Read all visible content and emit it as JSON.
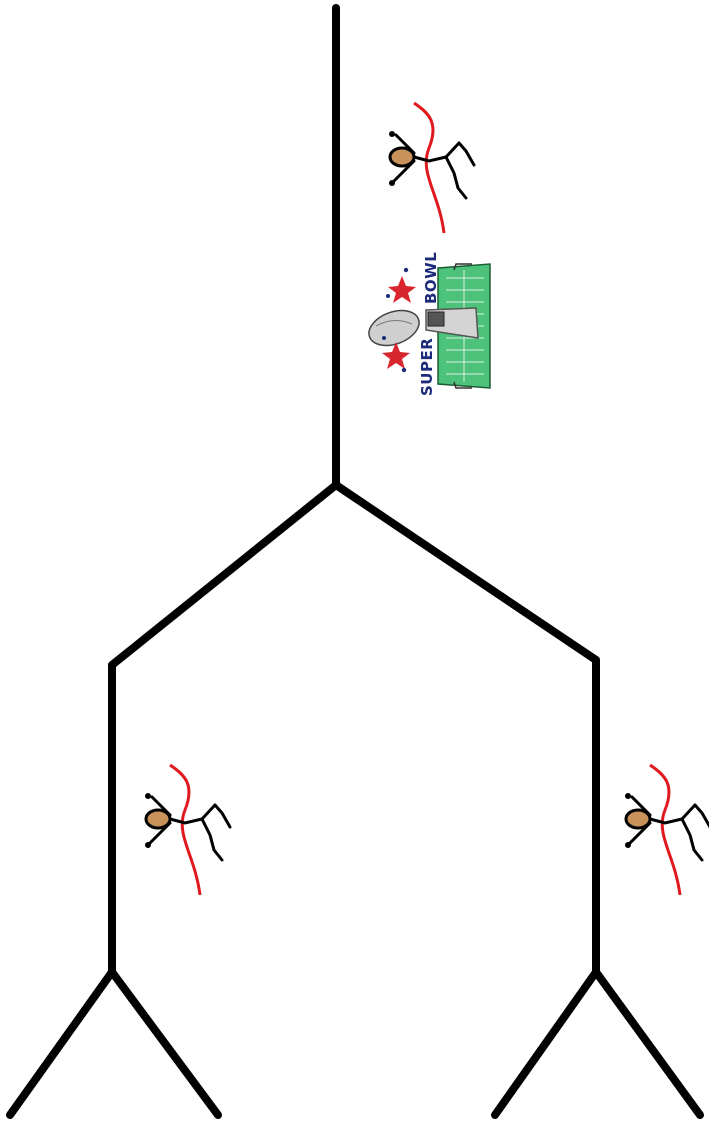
{
  "diagram": {
    "type": "tournament-bracket",
    "line_color": "#000000",
    "background": "#ffffff",
    "bracket_levels": [
      "final",
      "semifinal",
      "first-round"
    ],
    "icons": [
      {
        "name": "finish-line-runner-icon",
        "position": "final"
      },
      {
        "name": "finish-line-runner-icon",
        "position": "semifinal-left"
      },
      {
        "name": "finish-line-runner-icon",
        "position": "semifinal-right"
      },
      {
        "name": "super-bowl-trophy-icon",
        "position": "final"
      }
    ]
  },
  "logo": {
    "word1": "SUPER",
    "word2": "BOWL",
    "text_color": "#1c2a7a",
    "star_color": "#d7262e",
    "field_color": "#4cc27a",
    "trophy_color": "#c9c9c9"
  },
  "runner": {
    "tape_color": "#e0191f",
    "head_color": "#c8935a",
    "body_color": "#000000"
  }
}
